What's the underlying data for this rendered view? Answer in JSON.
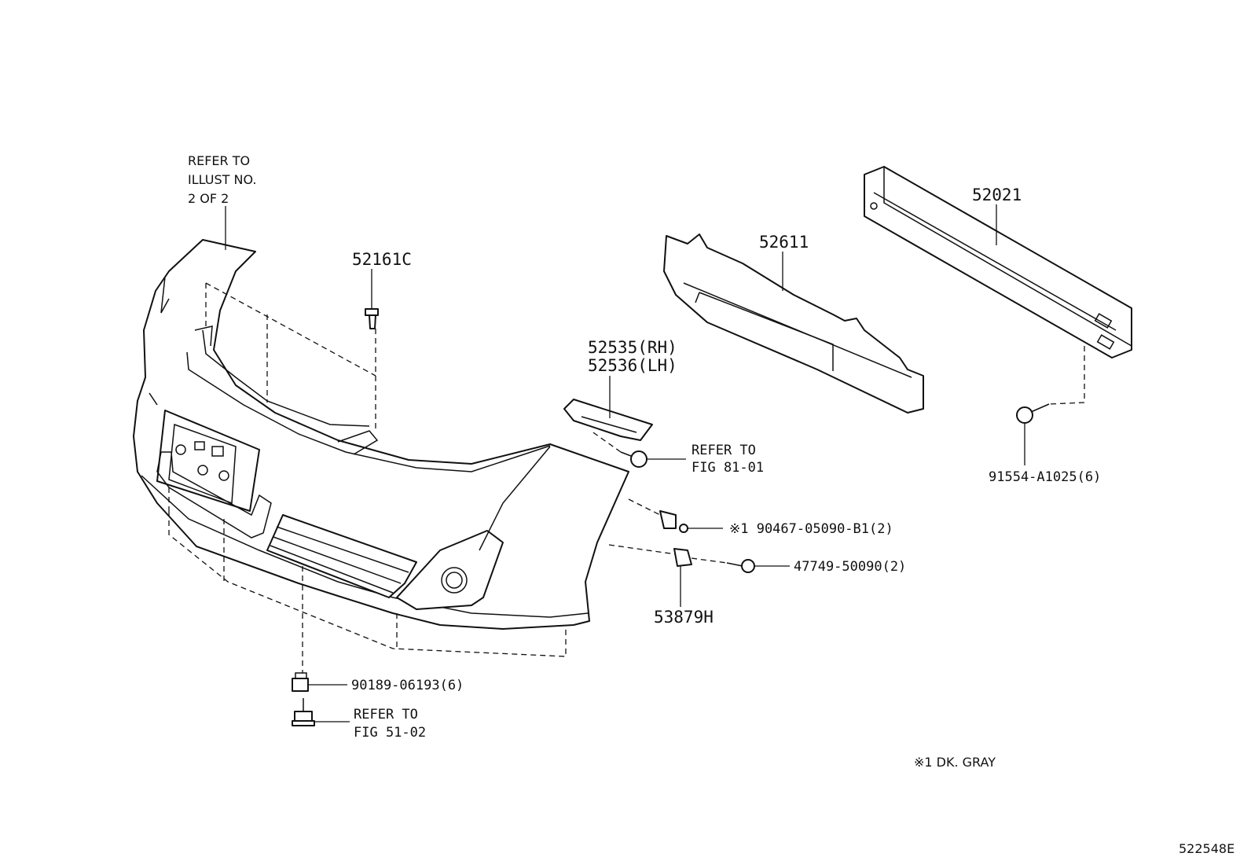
{
  "labels": {
    "refer_illust_1": "REFER TO",
    "refer_illust_2": "ILLUST NO.",
    "refer_illust_3": "2 OF 2",
    "p52161c": "52161C",
    "p52611": "52611",
    "p52021": "52021",
    "p52535": "52535(RH)",
    "p52536": "52536(LH)",
    "refer_81_1": "REFER TO",
    "refer_81_2": "FIG 81-01",
    "p91554": "91554-A1025(6)",
    "p90467": "※1 90467-05090-B1(2)",
    "p47749": "47749-50090(2)",
    "p53879h": "53879H",
    "p90189": "90189-06193(6)",
    "refer_51_1": "REFER TO",
    "refer_51_2": "FIG 51-02",
    "note": "※1  DK. GRAY",
    "diagram_id": "522548E"
  }
}
